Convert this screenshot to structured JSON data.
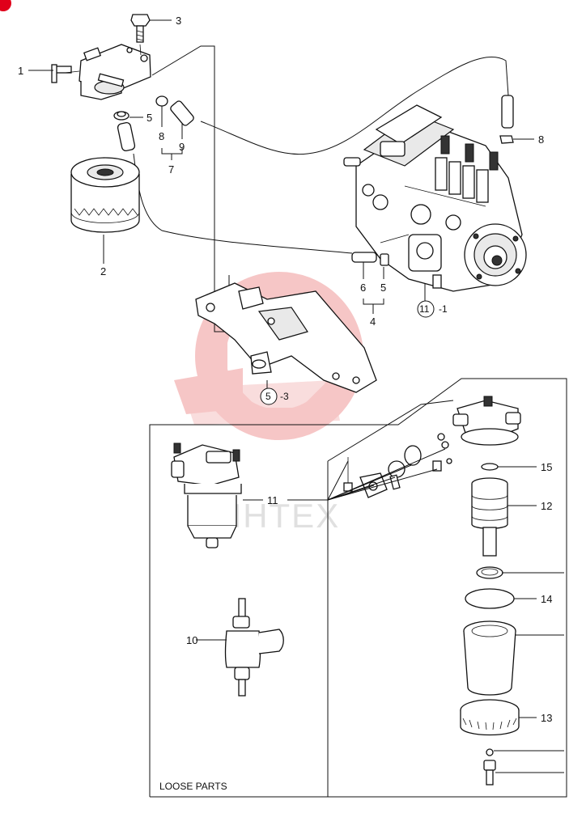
{
  "watermark": {
    "text": "ИНТЕХ",
    "gear_color": "#f4b4b4"
  },
  "loose_parts_label": "LOOSE PARTS",
  "callouts": {
    "c1": "1",
    "c2": "2",
    "c3": "3",
    "c4": "4",
    "c5a": "5",
    "c5b": "5",
    "c6": "6",
    "c7": "7",
    "c8a": "8",
    "c8b": "8",
    "c9": "9",
    "c10": "10",
    "c11": "11",
    "c12": "12",
    "c13": "13",
    "c14": "14",
    "c15": "15",
    "c11_circled": "11",
    "c11_suffix": "-1",
    "c5_circled": "5",
    "c5_suffix": "-3"
  },
  "colors": {
    "line": "#111111",
    "watermark_red": "#f4b4b4",
    "corner_mark": "#e0001a"
  }
}
